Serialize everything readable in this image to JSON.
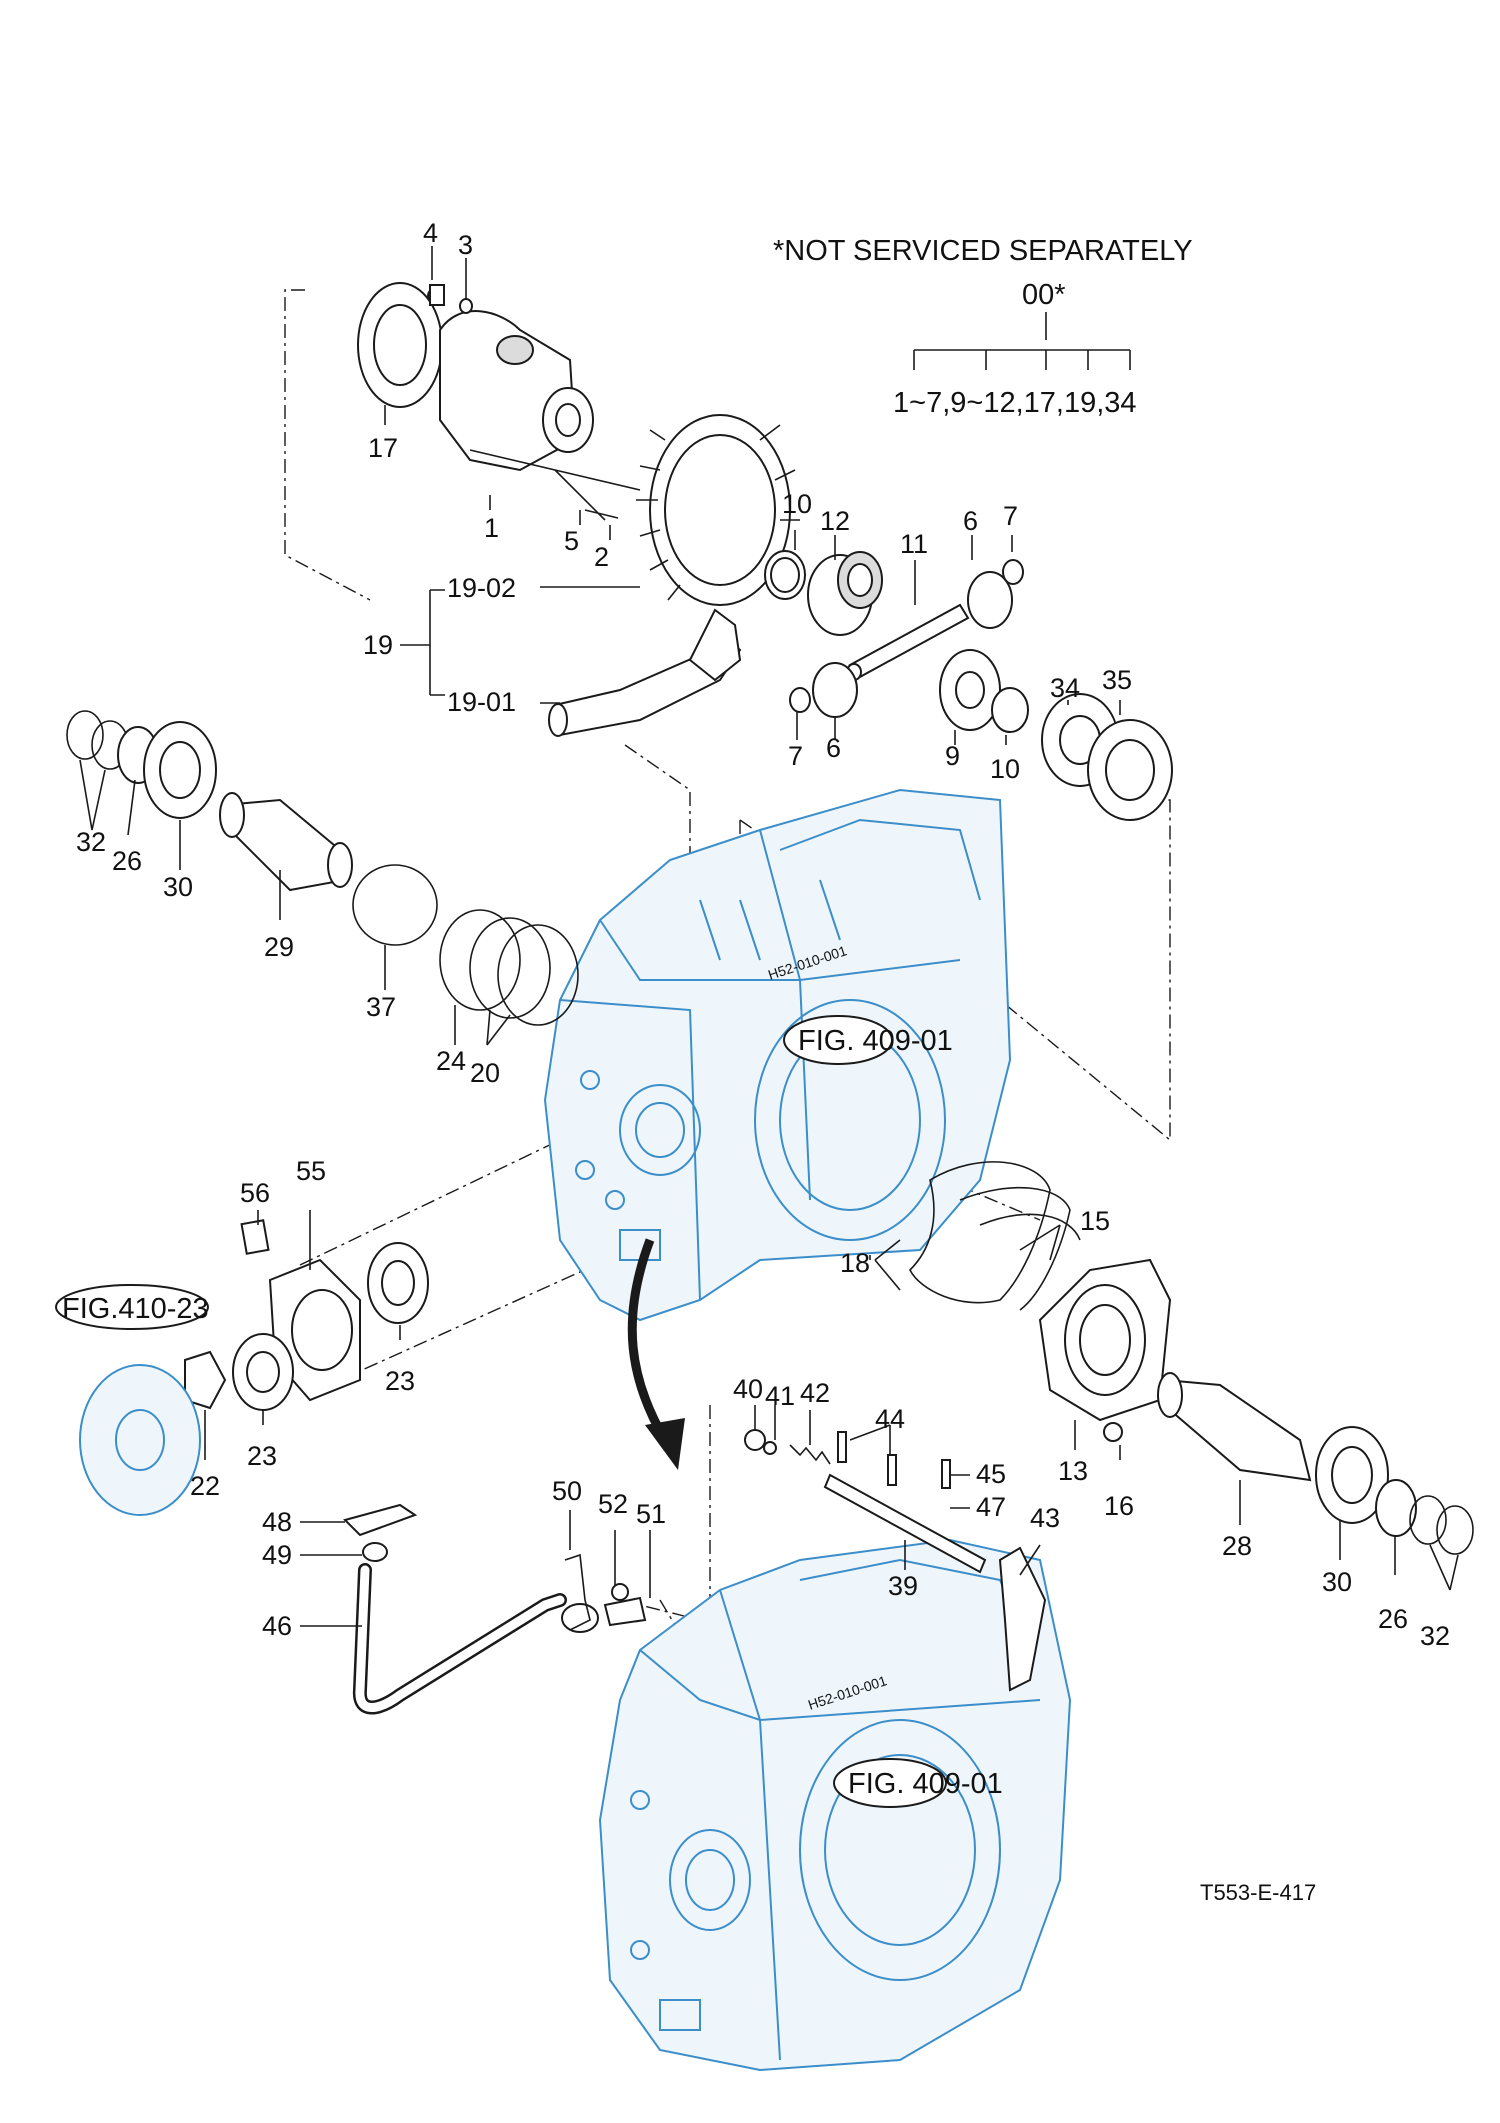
{
  "diagram": {
    "note": "*NOT SERVICED SEPARATELY",
    "assembly_number": "00*",
    "assembly_contents": "1~7,9~12,17,19,34",
    "drawing_code": "T553-E-417",
    "figure_refs": {
      "case_upper": "FIG. 409-01",
      "case_lower": "FIG. 409-01",
      "gear": "FIG.410-23"
    },
    "case_stamp": "H52-010-001",
    "callouts": {
      "c1": "1",
      "c2": "2",
      "c3": "3",
      "c4": "4",
      "c5": "5",
      "c6a": "6",
      "c6b": "6",
      "c7a": "7",
      "c7b": "7",
      "c9": "9",
      "c10a": "10",
      "c10b": "10",
      "c11": "11",
      "c12": "12",
      "c13": "13",
      "c15": "15",
      "c16": "16",
      "c17": "17",
      "c18": "18",
      "c19": "19",
      "c19_01": "19-01",
      "c19_02": "19-02",
      "c20": "20",
      "c22": "22",
      "c23a": "23",
      "c23b": "23",
      "c24": "24",
      "c26a": "26",
      "c26b": "26",
      "c28": "28",
      "c29": "29",
      "c30a": "30",
      "c30b": "30",
      "c32a": "32",
      "c32b": "32",
      "c34": "34",
      "c35": "35",
      "c37": "37",
      "c39": "39",
      "c40": "40",
      "c41": "41",
      "c42": "42",
      "c43": "43",
      "c44": "44",
      "c45": "45",
      "c46": "46",
      "c47": "47",
      "c48": "48",
      "c49": "49",
      "c50": "50",
      "c51": "51",
      "c52": "52",
      "c55": "55",
      "c56": "56"
    }
  }
}
